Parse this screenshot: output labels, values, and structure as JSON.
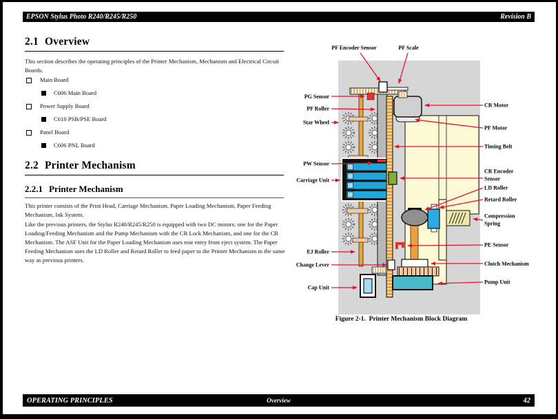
{
  "header": {
    "left": "EPSON Stylus Photo R240/R245/R250",
    "right": "Revision B"
  },
  "footer": {
    "left": "OPERATING PRINCIPLES",
    "center": "Overview",
    "page_number": "42"
  },
  "sections": {
    "s21": {
      "number": "2.1",
      "title": "Overview",
      "intro": "This section describes the operating principles of the Printer Mechanism, Mechanism and Electrical Circuit Boards."
    },
    "bullets": [
      {
        "level": 1,
        "text": "Main Board"
      },
      {
        "level": 2,
        "text": "C606 Main Board"
      },
      {
        "level": 1,
        "text": "Power Supply Board"
      },
      {
        "level": 2,
        "text": "C610 PSB/PSE Board"
      },
      {
        "level": 1,
        "text": "Panel Board"
      },
      {
        "level": 2,
        "text": "C606 PNL Board"
      }
    ],
    "s22": {
      "number": "2.2",
      "title": "Printer Mechanism"
    },
    "s221": {
      "number": "2.2.1",
      "title": "Printer Mechanism",
      "p1": "This printer consists of the Print Head, Carriage Mechanism, Paper Loading Mechanism, Paper Feeding Mechanism, Ink System.",
      "p2": "Like the previous printers, the Stylus R240/R245/R250 is equipped with two DC motors; one for the Paper Loading/Feeding Mechanism and the Pump Mechanism with the CR Lock Mechanism, and one for the CR Mechanism. The ASF Unit for the Paper Loading Mechanism uses rear entry front eject system. The Paper Feeding Mechanism uses the LD Roller and Retard Roller to feed paper to the Printer Mechanism in the same way as previous printers."
    }
  },
  "figure": {
    "caption": "Figure 2-1.  Printer Mechanism Block Diagram",
    "labels": {
      "pf_encoder_sensor": "PF Encoder Sensor",
      "pf_scale": "PF Scale",
      "pg_sensor": "PG Sensor",
      "pf_roller": "PF Roller",
      "star_wheel": "Star Wheel",
      "pw_sensor": "PW Sensor",
      "carriage_unit": "Carriage Unit",
      "ej_roller": "EJ Roller",
      "change_lever": "Change Lever",
      "cap_unit": "Cap Unit",
      "cr_motor": "CR Motor",
      "pf_motor": "PF Motor",
      "timing_belt": "Timing Belt",
      "cr_encoder_line1": "CR Encoder",
      "cr_encoder_line2": "Sensor",
      "ld_roller": "LD Roller",
      "retard_roller": "Retard Roller",
      "compression_line1": "Compression",
      "compression_line2": "Spring",
      "pe_sensor": "PE Sensor",
      "clutch_mechanism": "Clutch Mechanism",
      "pump_unit": "Pump Unit"
    }
  },
  "colors": {
    "arrow_red": "#e8112d",
    "sensor_red": "#e8312a",
    "diagram_bg": "#d6d6d6",
    "frame_yellow": "#fcf9d4",
    "shaft_orange": "#e8a33d",
    "cartridge_cyan": "#1fa7dc",
    "cartridge_cyan_light": "#9fdcf2",
    "encoder_green": "#7fae3e",
    "pump_teal": "#49b9c5",
    "retard_cyan": "#29abe2",
    "cap_cyan": "#a5def2",
    "motor_gray": "#cfcfcf",
    "column_gray": "#b8b8b8",
    "roller_gray": "#909090",
    "connector_tan": "#f0c9a2",
    "spring_khaki": "#efe6ac"
  }
}
